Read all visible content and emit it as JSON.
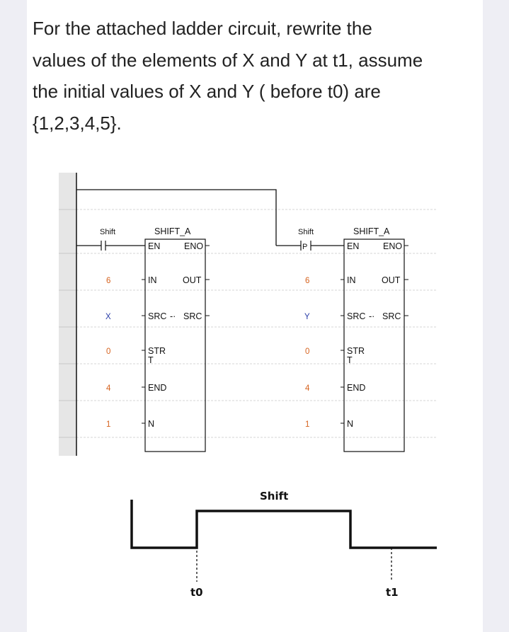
{
  "question": "For the attached ladder circuit, rewrite the values of the elements of X and Y at t1, assume the initial values of X and Y ( before t0) are {1,2,3,4,5}.",
  "ladder": {
    "left": {
      "contact_label": "Shift",
      "block_title": "SHIFT_A",
      "en": "EN",
      "eno": "ENO",
      "in": "IN",
      "out": "OUT",
      "src": "SRC",
      "src_mid": "-·",
      "src_out": "SRC",
      "str_a": "STR",
      "str_b": "T",
      "end": "END",
      "n": "N",
      "val_in": "6",
      "val_src": "X",
      "val_str": "0",
      "val_end": "4",
      "val_n": "1"
    },
    "right": {
      "contact_label": "Shift",
      "contact_p": "P",
      "block_title": "SHIFT_A",
      "en": "EN",
      "eno": "ENO",
      "in": "IN",
      "out": "OUT",
      "src": "SRC",
      "src_mid": "-·",
      "src_out": "SRC",
      "str_a": "STR",
      "str_b": "T",
      "end": "END",
      "n": "N",
      "val_in": "6",
      "val_src": "Y",
      "val_str": "0",
      "val_end": "4",
      "val_n": "1"
    }
  },
  "timing": {
    "signal": "Shift",
    "t0": "t0",
    "t1": "t1"
  }
}
